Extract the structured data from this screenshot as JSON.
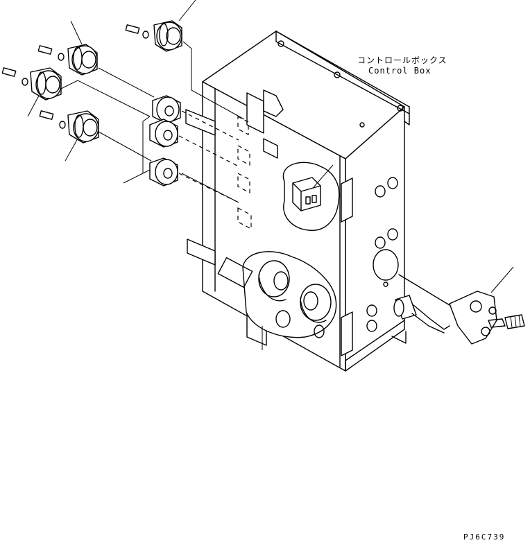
{
  "labels": {
    "title_jp": "コントロールボックス",
    "title_en": "Control Box",
    "drawing_code": "PJ6C739"
  }
}
